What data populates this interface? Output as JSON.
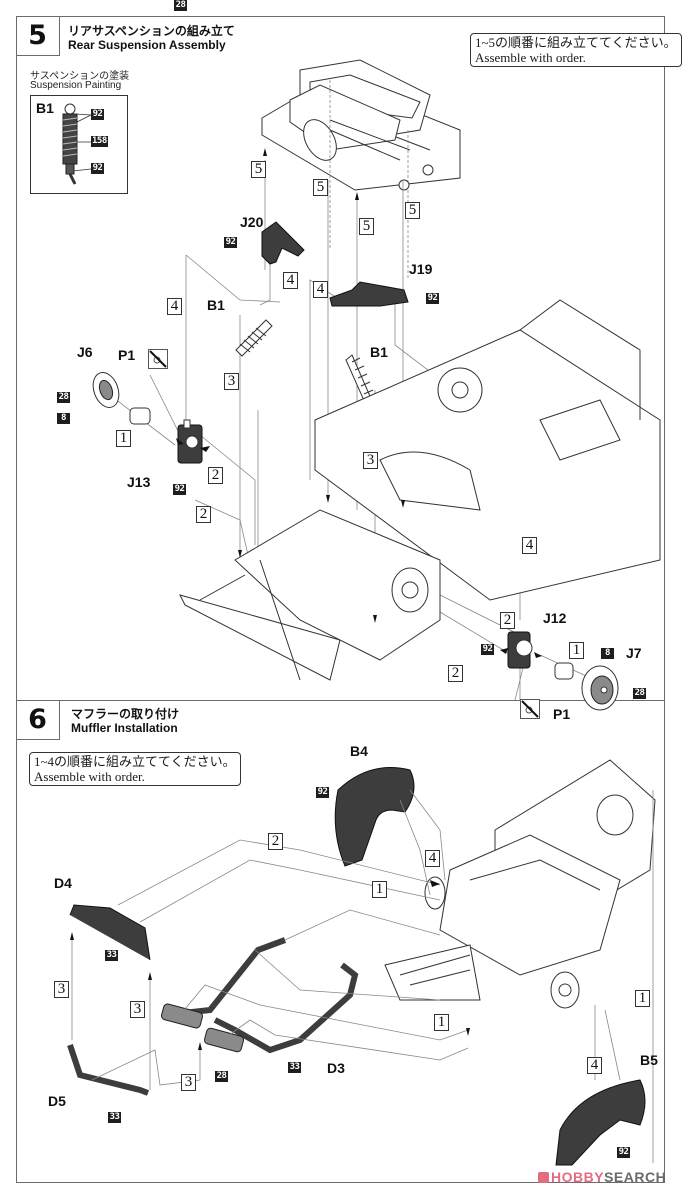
{
  "steps": [
    {
      "number": "5",
      "title_jp": "リアサスペンションの組み立て",
      "title_en": "Rear Suspension Assembly",
      "note_jp": "1~5の順番に組み立ててください。",
      "note_en": "Assemble with order.",
      "painting": {
        "title_jp": "サスペンションの塗装",
        "title_en": "Suspension Painting",
        "part": "B1",
        "colors": [
          "92",
          "158",
          "92"
        ]
      },
      "parts": [
        {
          "id": "J20",
          "colors": [
            "92"
          ]
        },
        {
          "id": "J19",
          "colors": [
            "92"
          ]
        },
        {
          "id": "B1",
          "colors": []
        },
        {
          "id": "B1",
          "colors": []
        },
        {
          "id": "J6",
          "colors": [
            "28",
            "8"
          ]
        },
        {
          "id": "P1",
          "colors": []
        },
        {
          "id": "J13",
          "colors": [
            "92"
          ]
        },
        {
          "id": "J12",
          "colors": [
            "92"
          ]
        },
        {
          "id": "P1",
          "colors": []
        },
        {
          "id": "J7",
          "colors": [
            "8",
            "28"
          ]
        }
      ],
      "order_markers": [
        "5",
        "5",
        "5",
        "5",
        "4",
        "4",
        "4",
        "4",
        "3",
        "3",
        "2",
        "2",
        "2",
        "2",
        "1",
        "1"
      ]
    },
    {
      "number": "6",
      "title_jp": "マフラーの取り付け",
      "title_en": "Muffler Installation",
      "note_jp": "1~4の順番に組み立ててください。",
      "note_en": "Assemble with order.",
      "parts": [
        {
          "id": "B4",
          "colors": [
            "92"
          ]
        },
        {
          "id": "D4",
          "colors": [
            "33"
          ]
        },
        {
          "id": "D5",
          "colors": [
            "33"
          ]
        },
        {
          "id": "D3",
          "colors": [
            "33",
            "28",
            "28"
          ]
        },
        {
          "id": "B5",
          "colors": [
            "92"
          ]
        }
      ],
      "order_markers": [
        "2",
        "1",
        "1",
        "1",
        "4",
        "4",
        "3",
        "3",
        "3"
      ]
    }
  ],
  "watermark": {
    "brand_a": "HOBBY",
    "brand_b": "SEARCH",
    "brand_color": "#e26d82"
  }
}
